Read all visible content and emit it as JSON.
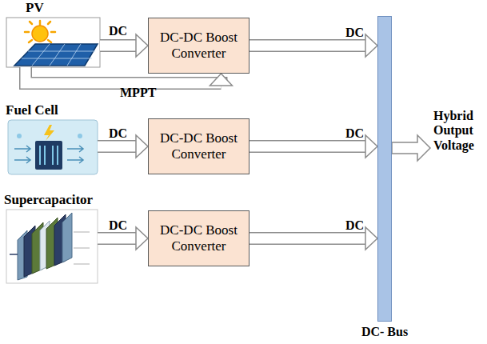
{
  "diagram": {
    "nodes": [
      {
        "text": [
          "PV"
        ]
      },
      {
        "text": [
          "DC-DC Boost Converter"
        ]
      },
      {
        "text": [
          "Fuel Cell"
        ]
      },
      {
        "text": [
          "DC-DC Boost Converter"
        ]
      },
      {
        "text": [
          "Supercapacitor"
        ]
      },
      {
        "text": [
          "DC-DC Boost Converter"
        ]
      },
      {
        "text": [
          "DC- Bus"
        ]
      }
    ],
    "edges": [
      {
        "from": 0,
        "to": 1,
        "label": "DC",
        "arrow": "to"
      },
      {
        "from": 0,
        "to": 1,
        "label": "MPPT",
        "arrow": "to"
      },
      {
        "from": 1,
        "to": 6,
        "label": "DC",
        "arrow": "to"
      },
      {
        "from": 2,
        "to": 3,
        "label": "DC",
        "arrow": "to"
      },
      {
        "from": 3,
        "to": 6,
        "label": "DC",
        "arrow": "to"
      },
      {
        "from": 4,
        "to": 5,
        "label": "DC",
        "arrow": "to"
      },
      {
        "from": 5,
        "to": 6,
        "label": "DC",
        "arrow": "to"
      }
    ],
    "labels": [
      "Hybrid Output Voltage"
    ]
  }
}
